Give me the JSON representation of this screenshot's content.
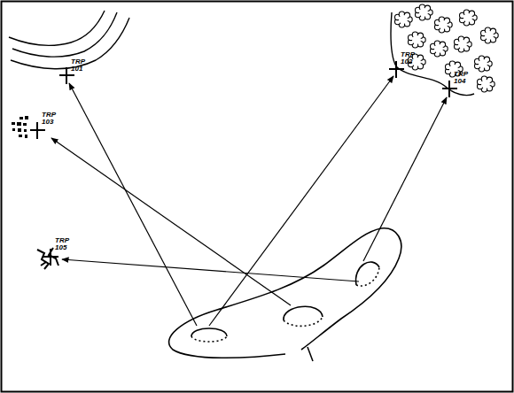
{
  "diagram": {
    "labels": [
      "TRP 101",
      "TRP 102",
      "TRP 103",
      "TRP 104",
      "TRP 105"
    ]
  }
}
